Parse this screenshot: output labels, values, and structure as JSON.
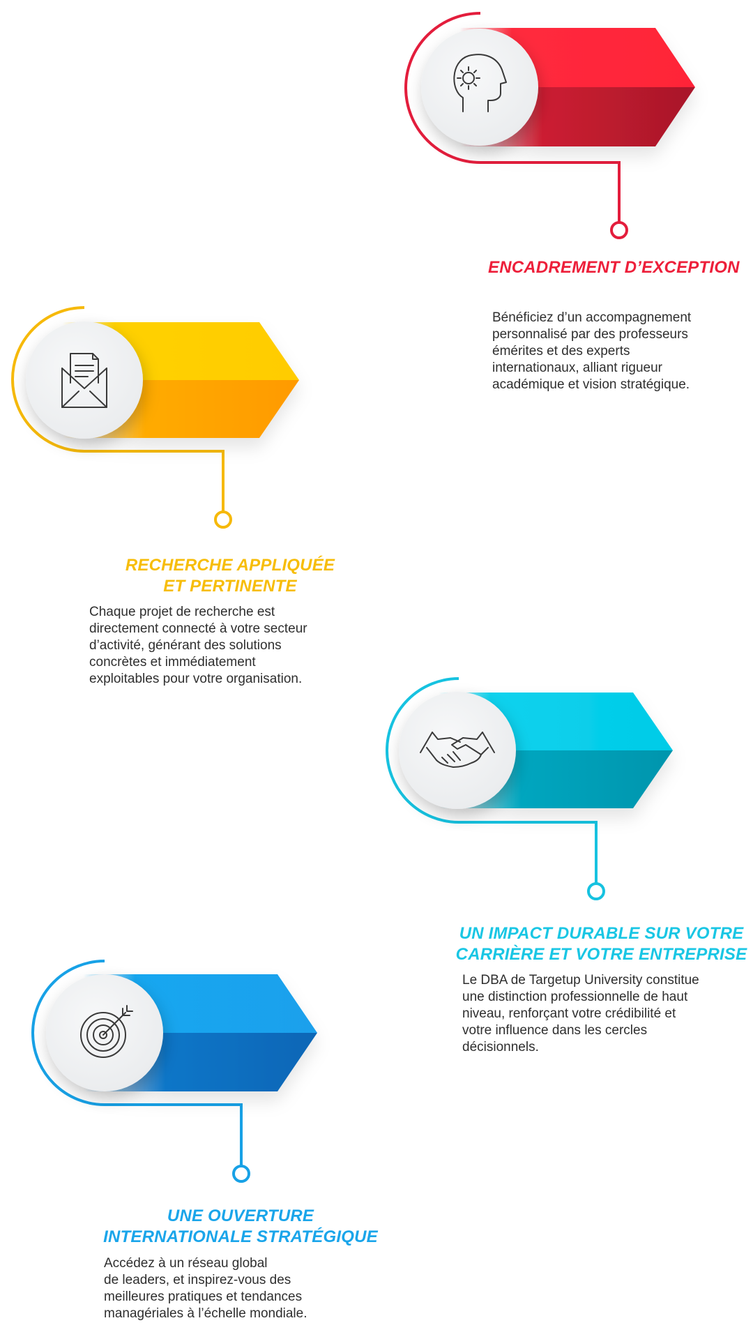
{
  "colors": {
    "red": "#ed1f3a",
    "yellow": "#f7bd09",
    "cyan": "#19c6e4",
    "blue": "#1aa5ea",
    "text": "#2f2f2f"
  },
  "items": [
    {
      "icon": "head-gear-icon",
      "title": "ENCADREMENT D’EXCEPTION",
      "description": "Bénéficiez d’un accompagnement\npersonnalisé par des professeurs\némérites et des experts\ninternationaux, alliant rigueur\nacadémique et vision stratégique."
    },
    {
      "icon": "envelope-document-icon",
      "title": "RECHERCHE APPLIQUÉE\nET PERTINENTE",
      "description": "Chaque projet de recherche est\ndirectement connecté à votre secteur\nd’activité, générant des solutions\nconcrètes et immédiatement\nexploitables pour votre organisation."
    },
    {
      "icon": "handshake-icon",
      "title": "UN IMPACT DURABLE SUR VOTRE\nCARRIÈRE ET VOTRE ENTREPRISE",
      "description": "Le DBA de Targetup University constitue\nune distinction professionnelle de haut\nniveau, renforçant votre crédibilité et\nvotre influence dans les cercles\ndécisionnels."
    },
    {
      "icon": "target-arrow-icon",
      "title": "UNE OUVERTURE\nINTERNATIONALE STRATÉGIQUE",
      "description": "Accédez à un réseau global\nde leaders, et inspirez-vous des\nmeilleures pratiques et tendances\nmanagériales à l’échelle mondiale."
    }
  ]
}
